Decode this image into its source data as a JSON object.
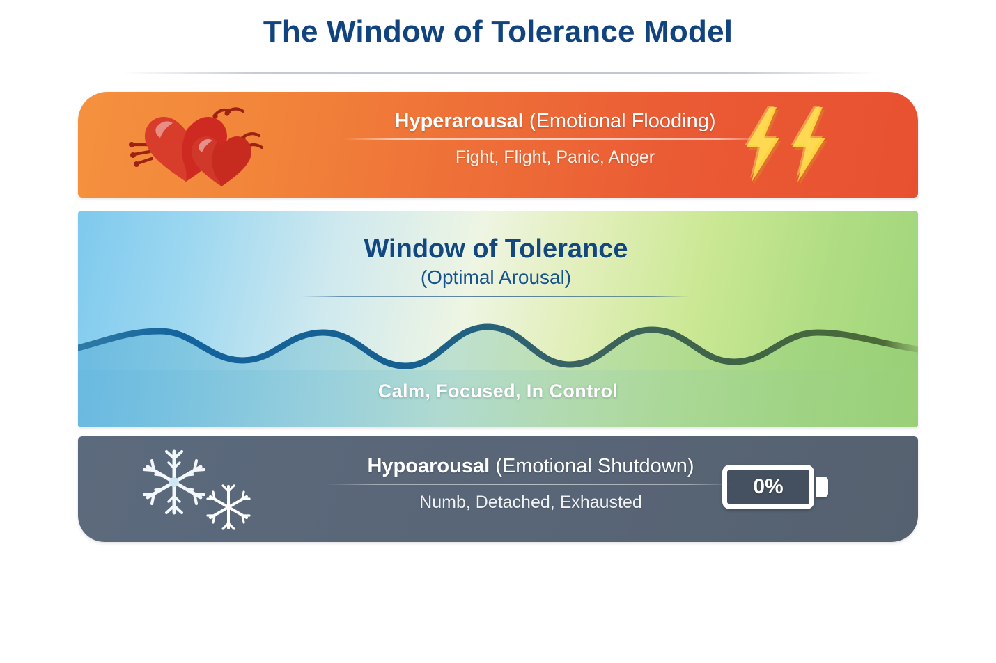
{
  "title": "The Window of Tolerance Model",
  "title_color": "#11447f",
  "bands": [
    {
      "id": "hyperarousal",
      "heading_bold": "Hyperarousal",
      "heading_regular": " (Emotional Flooding)",
      "subtitle": "Fight, Flight, Panic, Anger",
      "icon_left": "beating-hearts-icon",
      "icon_right": "lightning-bolts-icon",
      "color_start": "#f4913f",
      "color_end": "#e85130",
      "text_color": "#ffffff"
    },
    {
      "id": "window-of-tolerance",
      "heading": "Window of Tolerance",
      "subheading": "(Optimal Arousal)",
      "footer": "Calm, Focused, In Control",
      "color_start": "#7ec9ee",
      "color_mid": "#eef5e3",
      "color_end": "#9ed47b",
      "heading_color": "#12487f",
      "footer_color": "#ffffff",
      "wave_color_start": "#13639d",
      "wave_color_end": "#4c6b38"
    },
    {
      "id": "hypoarousal",
      "heading_bold": "Hypoarousal",
      "heading_regular": " (Emotional Shutdown)",
      "subtitle": "Numb, Detached, Exhausted",
      "icon_left": "snowflakes-icon",
      "icon_right": "battery-icon",
      "battery_level": "0%",
      "color_start": "#5c6a7d",
      "color_end": "#55616f",
      "text_color": "#ffffff"
    }
  ]
}
